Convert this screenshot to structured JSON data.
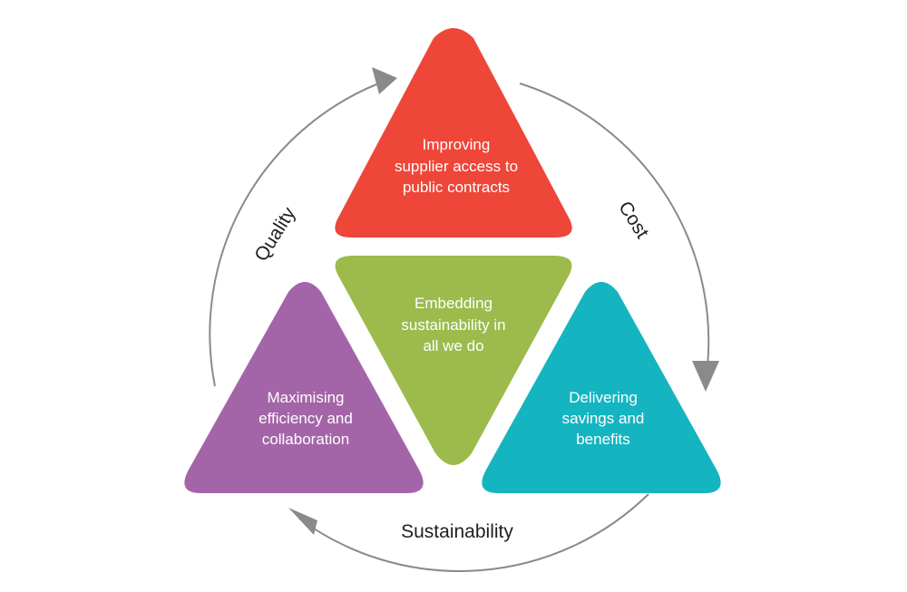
{
  "triangles": {
    "top": {
      "lines": [
        "Improving",
        "supplier access to",
        "public contracts"
      ],
      "color": "#ee4639"
    },
    "center": {
      "lines": [
        "Embedding",
        "sustainability in",
        "all we do"
      ],
      "color": "#9cbb4c"
    },
    "left": {
      "lines": [
        "Maximising",
        "efficiency and",
        "collaboration"
      ],
      "color": "#a464a8"
    },
    "right": {
      "lines": [
        "Delivering",
        "savings and",
        "benefits"
      ],
      "color": "#14b5c0"
    }
  },
  "cycle_labels": {
    "quality": "Quality",
    "cost": "Cost",
    "sustainability": "Sustainability"
  },
  "arrow_color": "#8a8a8a"
}
